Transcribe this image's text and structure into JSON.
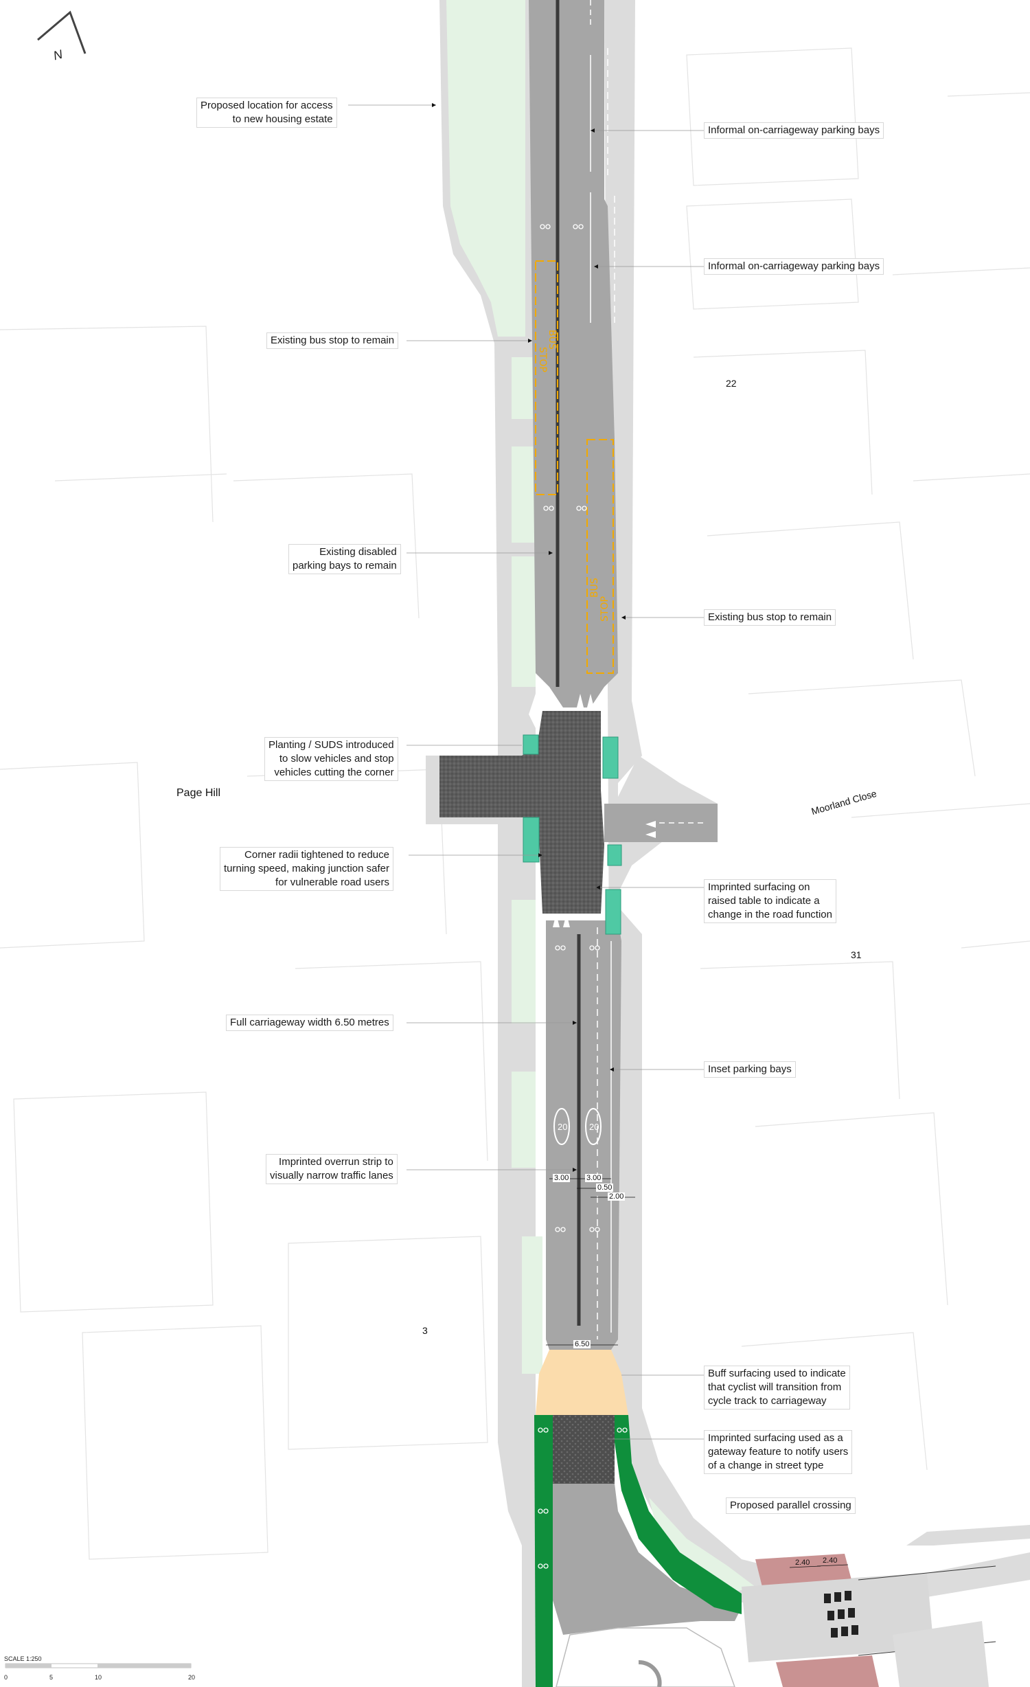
{
  "north": {
    "label": "N"
  },
  "callouts": [
    {
      "id": "access-housing",
      "lines": [
        "Proposed location for access",
        "to new housing estate"
      ]
    },
    {
      "id": "bus-stop-west",
      "lines": [
        "Existing bus stop to remain"
      ]
    },
    {
      "id": "disabled-bays",
      "lines": [
        "Existing disabled",
        "parking bays to remain"
      ]
    },
    {
      "id": "planting-suds",
      "lines": [
        "Planting / SUDS introduced",
        "to slow vehicles and stop",
        "vehicles cutting the corner"
      ]
    },
    {
      "id": "corner-radii",
      "lines": [
        "Corner radii tightened to reduce",
        "turning speed, making junction safer",
        "for vulnerable road users"
      ]
    },
    {
      "id": "carriageway-width",
      "lines": [
        "Full carriageway width 6.50 metres"
      ]
    },
    {
      "id": "overrun-strip",
      "lines": [
        "Imprinted overrun strip to",
        "visually narrow traffic lanes"
      ]
    },
    {
      "id": "parking-bays-1",
      "lines": [
        "Informal on-carriageway parking bays"
      ]
    },
    {
      "id": "parking-bays-2",
      "lines": [
        "Informal on-carriageway parking bays"
      ]
    },
    {
      "id": "bus-stop-east",
      "lines": [
        "Existing bus stop to remain"
      ]
    },
    {
      "id": "raised-table",
      "lines": [
        "Imprinted surfacing on",
        "raised table to indicate a",
        "change in the road function"
      ]
    },
    {
      "id": "inset-bays",
      "lines": [
        "Inset parking bays"
      ]
    },
    {
      "id": "buff-surfacing",
      "lines": [
        "Buff surfacing used to indicate",
        "that cyclist will transition from",
        "cycle track to carriageway"
      ]
    },
    {
      "id": "gateway",
      "lines": [
        "Imprinted surfacing used as a",
        "gateway feature to notify users",
        "of a change in street type"
      ]
    },
    {
      "id": "parallel-crossing",
      "lines": [
        "Proposed parallel crossing"
      ]
    }
  ],
  "places": {
    "page_hill": "Page Hill",
    "moorland_close": "Moorland Close",
    "house_22": "22",
    "house_31": "31",
    "house_3": "3"
  },
  "road_markings": {
    "bus_stop_word_1": "BUS",
    "bus_stop_word_2": "STOP",
    "speed_limit": "20"
  },
  "dimensions": {
    "lane_west": "3.00",
    "lane_east": "3.00",
    "overrun": "0.50",
    "bay": "2.00",
    "carriageway": "6.50",
    "crossing_a": "2.40",
    "crossing_b": "2.40"
  },
  "scale_bar": {
    "title": "SCALE 1:250",
    "ticks": [
      "0",
      "5",
      "10",
      "20"
    ]
  },
  "colors": {
    "carriageway": "#a6a6a6",
    "footway": "#dcdcdc",
    "verge": "#e4f3e4",
    "imprinted": "#5c5c5c",
    "suds": "#4fc9a4",
    "cycle_track": "#0f8f3c",
    "buff": "#fbdcac",
    "crossing": "#c99292",
    "bus_marking": "#f2a900"
  }
}
